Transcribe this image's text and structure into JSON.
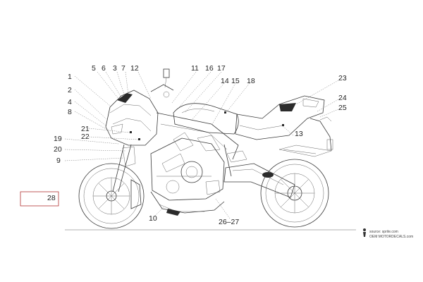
{
  "diagram": {
    "callouts": {
      "c1": "1",
      "c2": "2",
      "c3": "3",
      "c4": "4",
      "c5": "5",
      "c6": "6",
      "c7": "7",
      "c8": "8",
      "c9": "9",
      "c10": "10",
      "c11": "11",
      "c12": "12",
      "c13": "13",
      "c14": "14",
      "c15": "15",
      "c16": "16",
      "c17": "17",
      "c18": "18",
      "c19": "19",
      "c20": "20",
      "c21": "21",
      "c22": "22",
      "c23": "23",
      "c24": "24",
      "c25": "25",
      "c26_27": "26–27",
      "c28": "28"
    },
    "watermark": {
      "line1": "source: sprite.com",
      "line2": "OEM MOTORDECALS.com"
    }
  }
}
